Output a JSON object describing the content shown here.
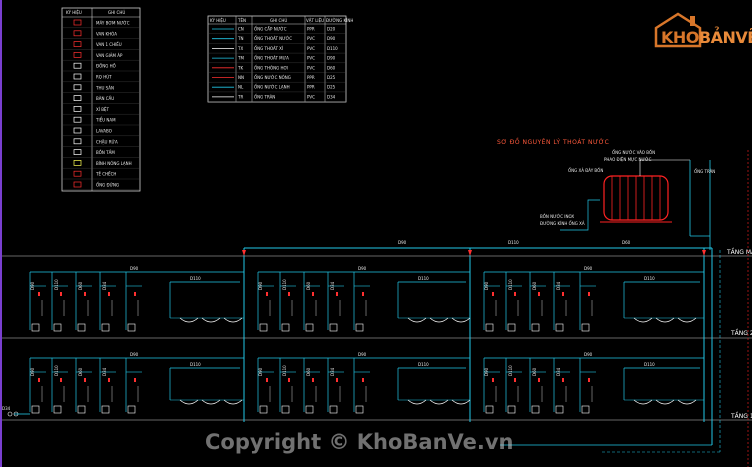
{
  "logo": {
    "text_prefix": "KHO",
    "text_suffix": "BẢNVẼ"
  },
  "watermark": "Copyright © KhoBanVe.vn",
  "diagram_title": "SƠ ĐỒ NGUYÊN LÝ THOÁT NƯỚC",
  "floors": {
    "roof": "TẦNG MÁI",
    "floor2": "TẦNG 2",
    "floor1": "TẦNG 1"
  },
  "legend_left": {
    "header": [
      "KÝ HIỆU",
      "GHI CHÚ"
    ],
    "rows": [
      "MÁY BƠM NƯỚC",
      "VAN KHÓA",
      "VAN 1 CHIỀU",
      "VAN GIẢM ÁP",
      "ĐỒNG HỒ",
      "RỌ HÚT",
      "THU SÀN",
      "BÀN CẦU",
      "XÍ BỆT",
      "TIỂU NAM",
      "LAVABO",
      "CHẬU RỬA",
      "BỒN TẮM",
      "BÌNH NÓNG LẠNH",
      "TÊ CHẾCH",
      "ỐNG ĐỨNG"
    ]
  },
  "legend_right": {
    "header": [
      "KÝ HIỆU",
      "TÊN",
      "GHI CHÚ",
      "VẬT LIỆU",
      "ĐƯỜNG KÍNH"
    ],
    "rows": [
      [
        "CN",
        "ỐNG CẤP NƯỚC",
        "PPR",
        "D20"
      ],
      [
        "TN",
        "ỐNG THOÁT NƯỚC",
        "PVC",
        "D90"
      ],
      [
        "TX",
        "ỐNG THOÁT XÍ",
        "PVC",
        "D110"
      ],
      [
        "TM",
        "ỐNG THOÁT MƯA",
        "PVC",
        "D90"
      ],
      [
        "TK",
        "ỐNG THÔNG HƠI",
        "PVC",
        "D60"
      ],
      [
        "NN",
        "ỐNG NƯỚC NÓNG",
        "PPR",
        "D25"
      ],
      [
        "NL",
        "ỐNG NƯỚC LẠNH",
        "PPR",
        "D25"
      ],
      [
        "TR",
        "ỐNG TRÀN",
        "PVC",
        "D34"
      ]
    ]
  },
  "tank_labels": [
    "ỐNG NƯỚC VÀO BỒN",
    "PHAO ĐIỆN MỰC NƯỚC",
    "ỐNG XẢ ĐÁY BỒN",
    "ỐNG TRÀN",
    "BỒN NƯỚC INOX",
    "ĐƯỜNG KÍNH ỐNG XẢ"
  ],
  "pipe_labels": [
    "D90",
    "D110",
    "D60",
    "D34"
  ]
}
